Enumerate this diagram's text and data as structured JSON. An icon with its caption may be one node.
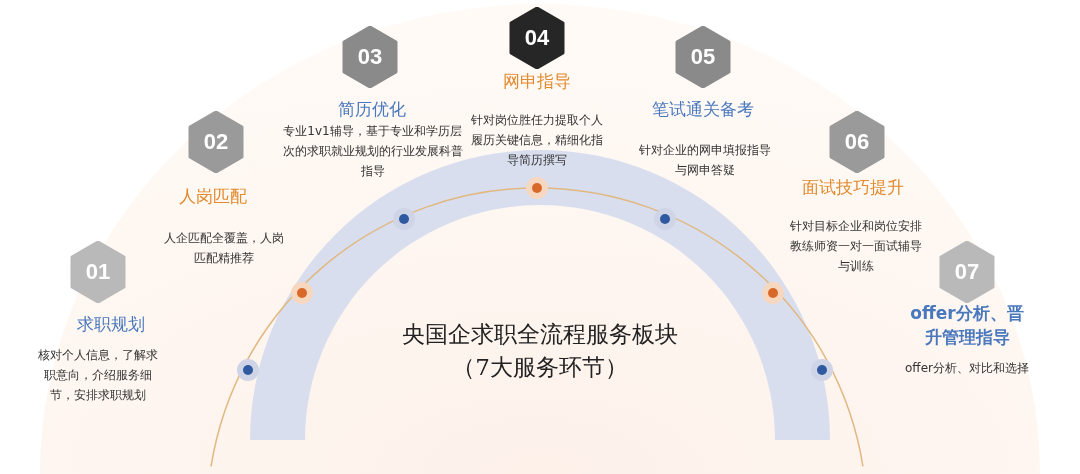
{
  "diagram": {
    "nodes": [
      {
        "text": [
          "01"
        ],
        "beside": [
          "求职规划",
          "核对个人信息，了解求职意向，介绍服务细节，安排求职规划"
        ]
      },
      {
        "text": [
          "02"
        ],
        "beside": [
          "人岗匹配",
          "人企匹配全覆盖，人岗匹配精推荐"
        ]
      },
      {
        "text": [
          "03"
        ],
        "beside": [
          "简历优化",
          "专业1v1辅导，基于专业和学历层次的求职就业规划的行业发展科普指导"
        ]
      },
      {
        "text": [
          "04"
        ],
        "beside": [
          "网申指导",
          "针对岗位胜任力提取个人履历关键信息，精细化指导简历撰写"
        ]
      },
      {
        "text": [
          "05"
        ],
        "beside": [
          "笔试通关备考",
          "针对企业的网申填报指导与网申答疑"
        ]
      },
      {
        "text": [
          "06"
        ],
        "beside": [
          "面试技巧提升",
          "针对目标企业和岗位安排教练师资一对一面试辅导与训练"
        ]
      },
      {
        "text": [
          "07"
        ],
        "beside": [
          "offer分析、晋升管理指导",
          "offer分析、对比和选择"
        ]
      },
      {
        "text": [
          "央国企求职全流程服务板块",
          "（7大服务环节）"
        ]
      }
    ]
  }
}
